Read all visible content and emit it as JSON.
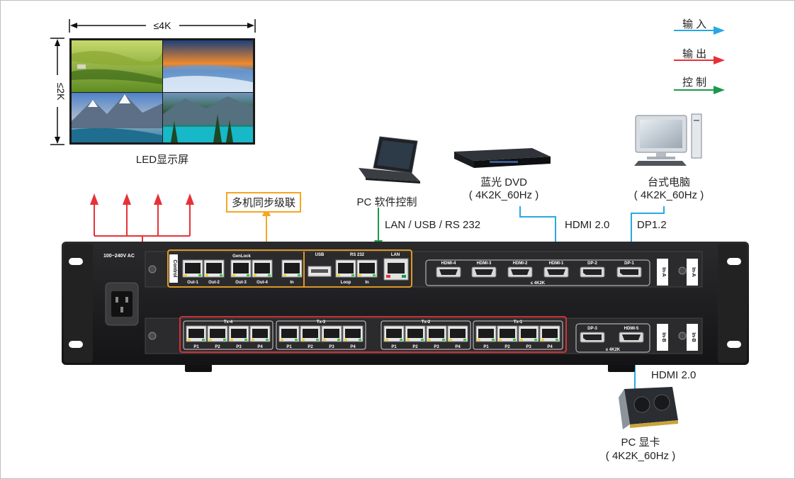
{
  "legend": {
    "input": {
      "label": "输 入",
      "color": "#29a8e0"
    },
    "output": {
      "label": "输 出",
      "color": "#e53238"
    },
    "control": {
      "label": "控 制",
      "color": "#1a9a4a"
    }
  },
  "led": {
    "label": "LED显示屏",
    "width_label": "≤4K",
    "height_label": "≤2K"
  },
  "cascade_label": "多机同步级联",
  "pc_control": {
    "label": "PC 软件控制",
    "link_label": "LAN / USB / RS 232"
  },
  "bluray": {
    "name": "蓝光 DVD",
    "spec": "( 4K2K_60Hz )",
    "link_label": "HDMI 2.0"
  },
  "desktop": {
    "name": "台式电脑",
    "spec": "( 4K2K_60Hz )",
    "link_label": "DP1.2"
  },
  "gpu": {
    "name": "PC 显卡",
    "spec": "( 4K2K_60Hz )",
    "link_label": "HDMI 2.0"
  },
  "device": {
    "power_label": "100~240V  AC",
    "control_label": "Control",
    "genlock_label": "GenLock",
    "genlock_ports": [
      "Out-1",
      "Out-2",
      "Out-3",
      "Out-4",
      "In"
    ],
    "usb_label": "USB",
    "rs232_label": "RS 232",
    "rs232_ports": [
      "Loop",
      "In"
    ],
    "lan_label": "LAN",
    "in_a_label": "In-A",
    "in_a_ports": [
      "HDMI-4",
      "HDMI-3",
      "HDMI-2",
      "HDMI-1",
      "DP-2",
      "DP-1"
    ],
    "in_a_note": "≤ 4K2K",
    "in_b_label": "In-B",
    "in_b_ports": [
      "DP-3",
      "HDMI-5"
    ],
    "in_b_note": "≤ 4K2K",
    "tx_groups": [
      "Tx-4",
      "Tx-3",
      "Tx-2",
      "Tx-1"
    ],
    "tx_ports": [
      "P1",
      "P2",
      "P3",
      "P4"
    ]
  }
}
